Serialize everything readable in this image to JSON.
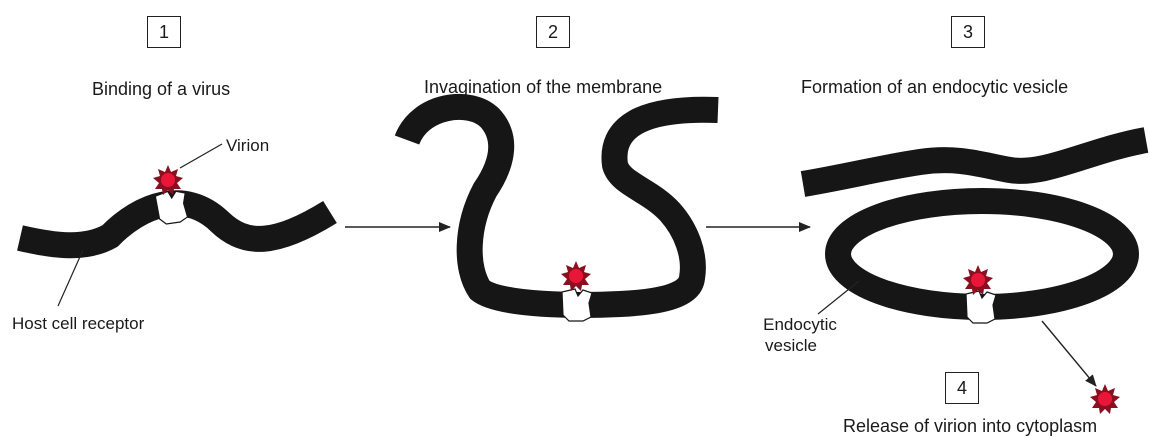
{
  "steps": [
    {
      "number": "1",
      "caption": "Binding of a virus"
    },
    {
      "number": "2",
      "caption": "Invagination of the membrane"
    },
    {
      "number": "3",
      "caption": "Formation of an endocytic vesicle"
    },
    {
      "number": "4",
      "caption": "Release of virion into cytoplasm"
    }
  ],
  "labels": {
    "virion": "Virion",
    "host_cell_receptor": "Host cell receptor",
    "endocytic_vesicle_line1": "Endocytic",
    "endocytic_vesicle_line2": "vesicle"
  },
  "colors": {
    "membrane": "#161616",
    "virion": "#e8173a",
    "virion_spikes": "#8a0f1f",
    "receptor": "#ffffff",
    "arrows": "#222222"
  },
  "icons": [
    "virion-icon",
    "receptor-icon",
    "arrow-icon"
  ]
}
